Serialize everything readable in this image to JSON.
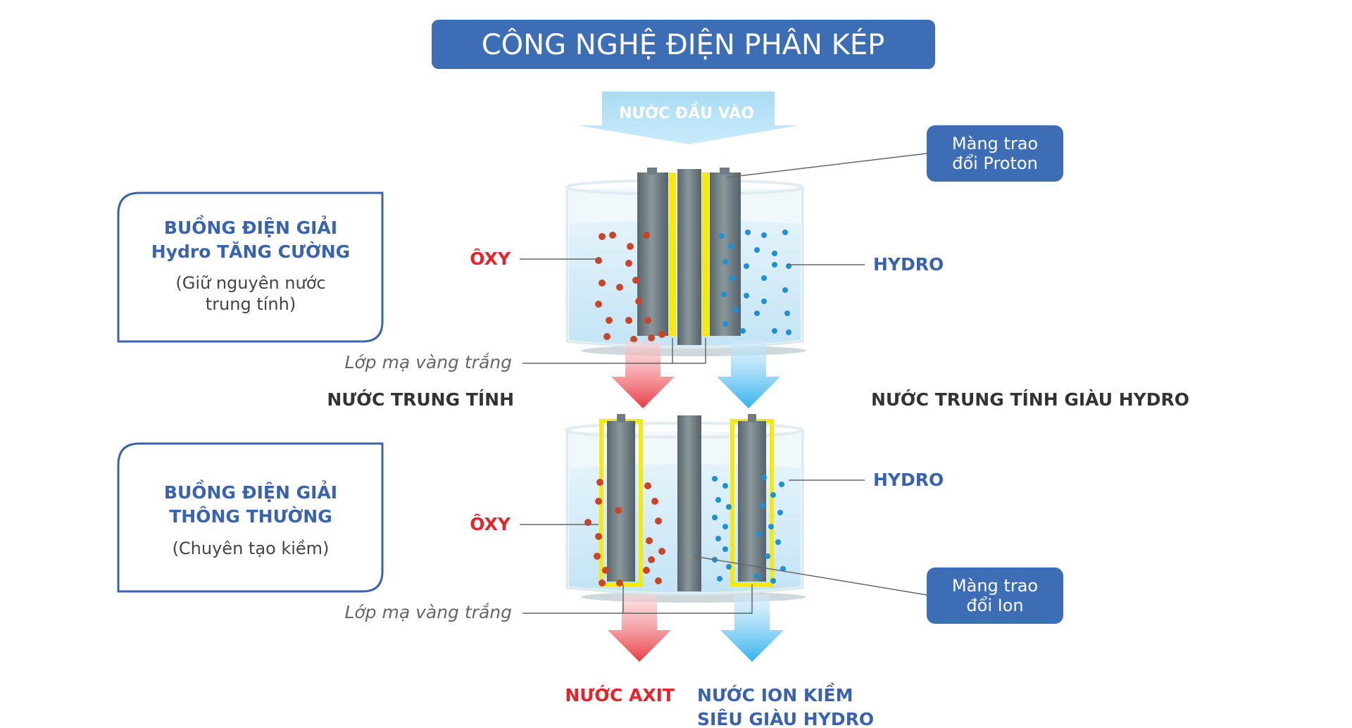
{
  "title": "CÔNG NGHỆ ĐIỆN PHÂN KÉP",
  "input_label": "NƯỚC ĐẦU VÀO",
  "top_chamber": {
    "box_title_line1": "BUỒNG ĐIỆN GIẢI",
    "box_title_line2": "Hydro TĂNG CƯỜNG",
    "box_note_line1": "(Giữ nguyên nước",
    "box_note_line2": "trung tính)",
    "left_gas": "ÔXY",
    "right_gas": "HYDRO",
    "membrane_line1": "Màng trao",
    "membrane_line2": "đổi Proton",
    "coating": "Lớp mạ vàng trắng",
    "output_left": "NƯỚC TRUNG TÍNH",
    "output_right": "NƯỚC TRUNG TÍNH GIÀU HYDRO"
  },
  "bottom_chamber": {
    "box_title_line1": "BUỒNG ĐIỆN GIẢI",
    "box_title_line2": "THÔNG THƯỜNG",
    "box_note": "(Chuyên tạo kiềm)",
    "left_gas": "ÔXY",
    "right_gas": "HYDRO",
    "membrane_line1": "Màng trao",
    "membrane_line2": "đổi Ion",
    "coating": "Lớp mạ vàng trắng",
    "output_left": "NƯỚC AXIT",
    "output_right_line1": "NƯỚC ION KIỀM",
    "output_right_line2": "SIÊU GIÀU HYDRO"
  },
  "colors": {
    "title_bg": "#3d6db5",
    "blue_text": "#3a63ad",
    "red_text": "#e3242b",
    "dark_text": "#333333",
    "oxygen_bubble": "#c9452a",
    "hydro_bubble": "#1f8fd6",
    "electrode": "#6f7d82",
    "gold_coating": "#f4ea12"
  }
}
